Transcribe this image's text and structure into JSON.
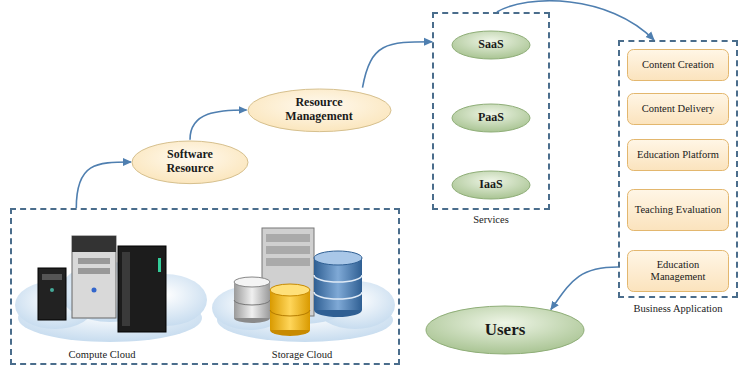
{
  "diagram": {
    "nodes": [
      {
        "text": [
          "Compute Cloud",
          "Storage Cloud"
        ]
      },
      {
        "text": [
          "Software Resource"
        ]
      },
      {
        "text": [
          "Resource Management"
        ]
      },
      {
        "text": [
          "Services"
        ]
      },
      {
        "text": [
          "SaaS"
        ],
        "in": 3
      },
      {
        "text": [
          "PaaS"
        ],
        "in": 3
      },
      {
        "text": [
          "IaaS"
        ],
        "in": 3
      },
      {
        "text": [
          "Business Application"
        ]
      },
      {
        "text": [
          "Content Creation"
        ],
        "in": 7
      },
      {
        "text": [
          "Content Delivery"
        ],
        "in": 7
      },
      {
        "text": [
          "Education Platform"
        ],
        "in": 7
      },
      {
        "text": [
          "Teaching Evaluation"
        ],
        "in": 7
      },
      {
        "text": [
          "Education Management"
        ],
        "in": 7
      },
      {
        "text": [
          "Users"
        ]
      }
    ],
    "edges": [
      {
        "from": 0,
        "to": 1,
        "arrow": "to"
      },
      {
        "from": 1,
        "to": 2,
        "arrow": "to"
      },
      {
        "from": 2,
        "to": 3,
        "arrow": "to"
      },
      {
        "from": 3,
        "to": 7,
        "arrow": "to"
      },
      {
        "from": 7,
        "to": 13,
        "arrow": "to"
      }
    ]
  }
}
